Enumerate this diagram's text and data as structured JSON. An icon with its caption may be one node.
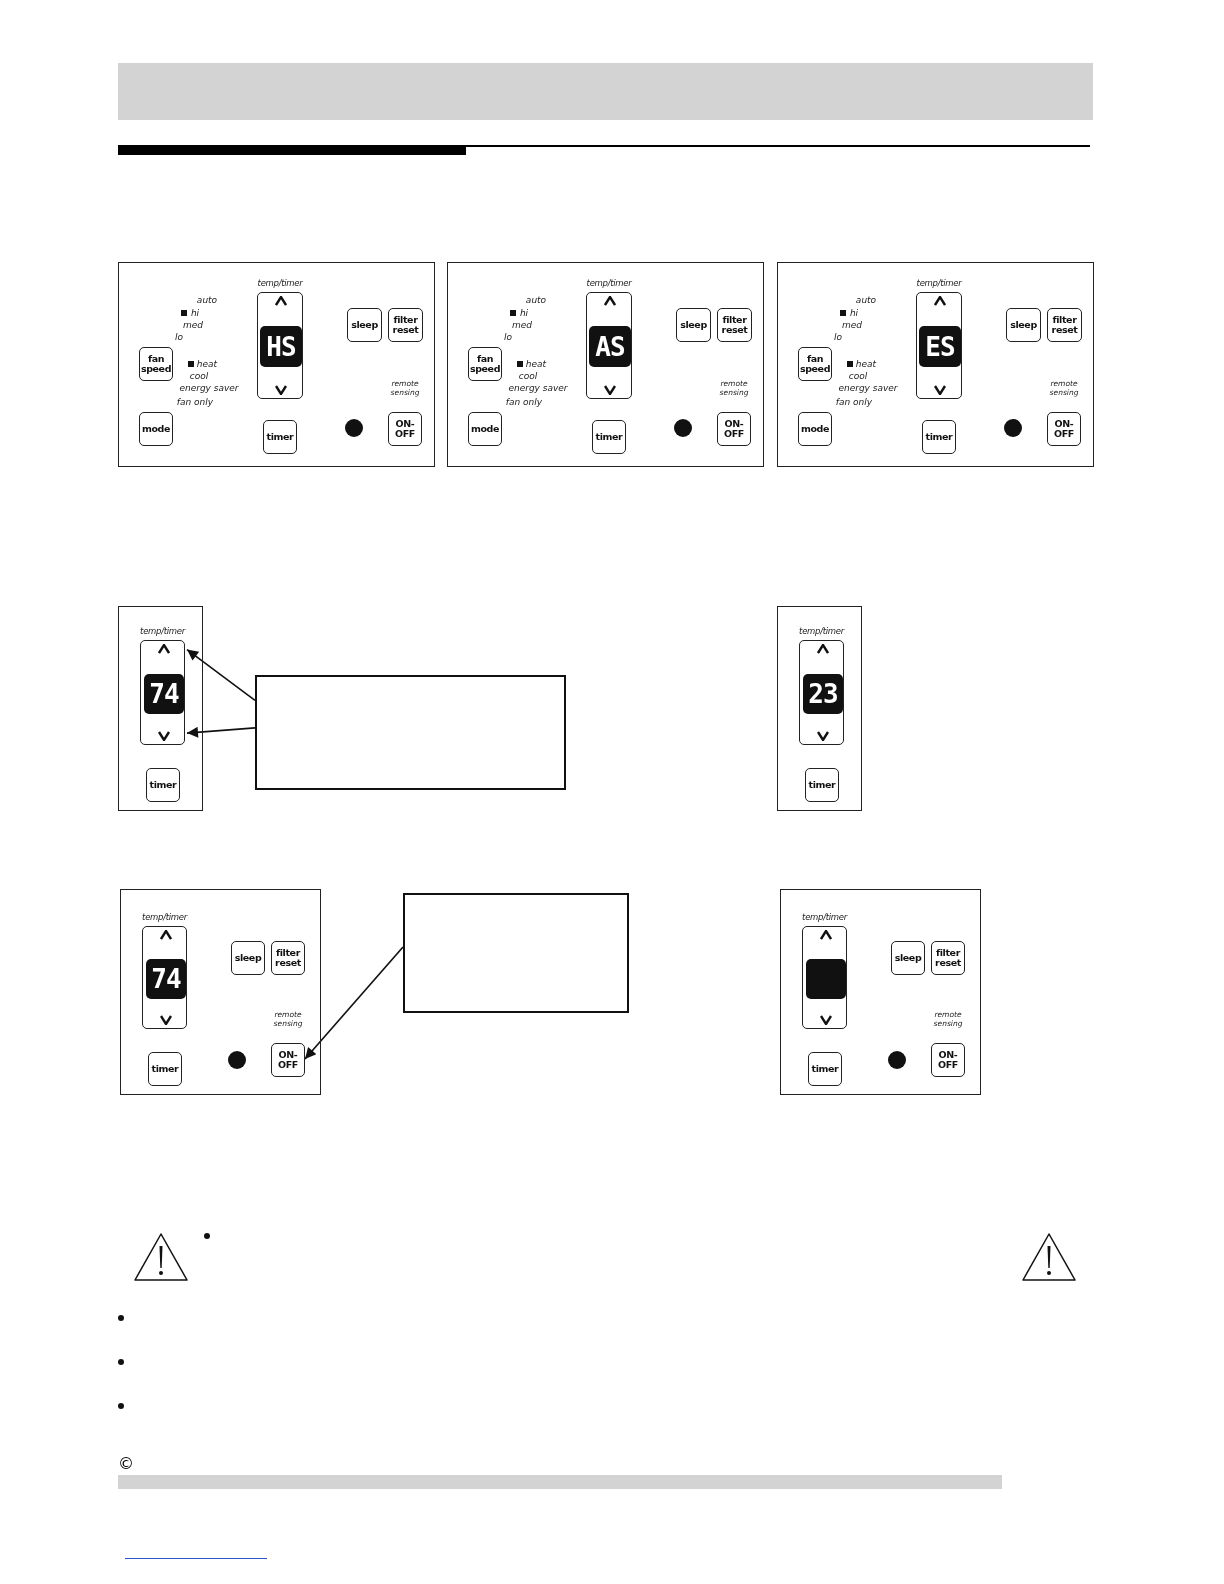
{
  "diagram": {
    "nodes": [
      {
        "text": [],
        "shape": "box"
      },
      {
        "text": [
          "fan speed"
        ],
        "in": 0,
        "beside": [
          "auto",
          "hi",
          "med",
          "lo"
        ]
      },
      {
        "text": [
          "mode"
        ],
        "in": 0,
        "beside": [
          "heat",
          "cool",
          "energy saver",
          "fan only"
        ]
      },
      {
        "text": [
          "temp/timer"
        ],
        "in": 0
      },
      {
        "text": [
          "HS"
        ],
        "in": 3
      },
      {
        "text": [
          "sleep"
        ],
        "in": 0
      },
      {
        "text": [
          "filter reset"
        ],
        "in": 0
      },
      {
        "text": [
          "timer"
        ],
        "in": 0
      },
      {
        "text": [
          "ON- OFF"
        ],
        "in": 0,
        "beside": [
          "remote sensing"
        ]
      },
      {
        "text": [],
        "shape": "box"
      },
      {
        "text": [
          "fan speed"
        ],
        "in": 9,
        "beside": [
          "auto",
          "hi",
          "med",
          "lo"
        ]
      },
      {
        "text": [
          "mode"
        ],
        "in": 9,
        "beside": [
          "heat",
          "cool",
          "energy saver",
          "fan only"
        ]
      },
      {
        "text": [
          "temp/timer"
        ],
        "in": 9
      },
      {
        "text": [
          "AS"
        ],
        "in": 12
      },
      {
        "text": [
          "sleep"
        ],
        "in": 9
      },
      {
        "text": [
          "filter reset"
        ],
        "in": 9
      },
      {
        "text": [
          "timer"
        ],
        "in": 9
      },
      {
        "text": [
          "ON- OFF"
        ],
        "in": 9,
        "beside": [
          "remote sensing"
        ]
      },
      {
        "text": [],
        "shape": "box"
      },
      {
        "text": [
          "fan speed"
        ],
        "in": 18,
        "beside": [
          "auto",
          "hi",
          "med",
          "lo"
        ]
      },
      {
        "text": [
          "mode"
        ],
        "in": 18,
        "beside": [
          "heat",
          "cool",
          "energy saver",
          "fan only"
        ]
      },
      {
        "text": [
          "temp/timer"
        ],
        "in": 18
      },
      {
        "text": [
          "ES"
        ],
        "in": 21
      },
      {
        "text": [
          "sleep"
        ],
        "in": 18
      },
      {
        "text": [
          "filter reset"
        ],
        "in": 18
      },
      {
        "text": [
          "timer"
        ],
        "in": 18
      },
      {
        "text": [
          "ON- OFF"
        ],
        "in": 18,
        "beside": [
          "remote sensing"
        ]
      },
      {
        "text": [],
        "shape": "box"
      },
      {
        "text": [
          "temp/timer"
        ],
        "in": 27
      },
      {
        "text": [
          "74"
        ],
        "in": 28
      },
      {
        "text": [
          "timer"
        ],
        "in": 27
      },
      {
        "text": [],
        "shape": "box"
      },
      {
        "text": [],
        "shape": "box"
      },
      {
        "text": [
          "temp/timer"
        ],
        "in": 32
      },
      {
        "text": [
          "23"
        ],
        "in": 33
      },
      {
        "text": [
          "timer"
        ],
        "in": 32
      },
      {
        "text": [],
        "shape": "box"
      },
      {
        "text": [
          "temp/timer"
        ],
        "in": 36
      },
      {
        "text": [
          "74"
        ],
        "in": 37
      },
      {
        "text": [
          "sleep"
        ],
        "in": 36
      },
      {
        "text": [
          "filter reset"
        ],
        "in": 36
      },
      {
        "text": [
          "timer"
        ],
        "in": 36
      },
      {
        "text": [
          "ON- OFF"
        ],
        "in": 36,
        "beside": [
          "remote sensing"
        ]
      },
      {
        "text": [],
        "shape": "box"
      },
      {
        "text": [],
        "shape": "box"
      },
      {
        "text": [
          "temp/timer"
        ],
        "in": 44
      },
      {
        "text": [],
        "in": 45,
        "shape": "box"
      },
      {
        "text": [
          "sleep"
        ],
        "in": 44
      },
      {
        "text": [
          "filter reset"
        ],
        "in": 44
      },
      {
        "text": [
          "timer"
        ],
        "in": 44
      },
      {
        "text": [
          "ON- OFF"
        ],
        "in": 44,
        "beside": [
          "remote sensing"
        ]
      }
    ],
    "edges": [
      {
        "from": 31,
        "to": 28,
        "arrow": "to"
      },
      {
        "from": 31,
        "to": 28,
        "arrow": "to"
      },
      {
        "from": 43,
        "to": 42,
        "arrow": "to"
      }
    ],
    "labels": [
      "©"
    ]
  }
}
